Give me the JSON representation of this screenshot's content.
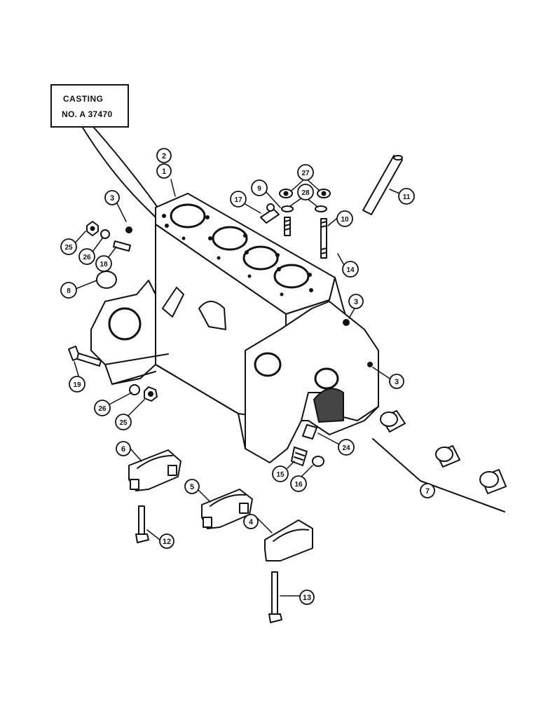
{
  "casting_label": {
    "line1": "CASTING",
    "line2": "NO. A 37470"
  },
  "callouts": [
    {
      "id": "c1",
      "num": "1"
    },
    {
      "id": "c2",
      "num": "2"
    },
    {
      "id": "c3a",
      "num": "3"
    },
    {
      "id": "c3b",
      "num": "3"
    },
    {
      "id": "c3c",
      "num": "3"
    },
    {
      "id": "c4",
      "num": "4"
    },
    {
      "id": "c5",
      "num": "5"
    },
    {
      "id": "c6",
      "num": "6"
    },
    {
      "id": "c7",
      "num": "7"
    },
    {
      "id": "c8",
      "num": "8"
    },
    {
      "id": "c9",
      "num": "9"
    },
    {
      "id": "c10",
      "num": "10"
    },
    {
      "id": "c11",
      "num": "11"
    },
    {
      "id": "c12",
      "num": "12"
    },
    {
      "id": "c13",
      "num": "13"
    },
    {
      "id": "c14",
      "num": "14"
    },
    {
      "id": "c15",
      "num": "15"
    },
    {
      "id": "c16",
      "num": "16"
    },
    {
      "id": "c17",
      "num": "17"
    },
    {
      "id": "c18",
      "num": "18"
    },
    {
      "id": "c19",
      "num": "19"
    },
    {
      "id": "c24",
      "num": "24"
    },
    {
      "id": "c25a",
      "num": "25"
    },
    {
      "id": "c25b",
      "num": "25"
    },
    {
      "id": "c26a",
      "num": "26"
    },
    {
      "id": "c26b",
      "num": "26"
    },
    {
      "id": "c27",
      "num": "27"
    },
    {
      "id": "c28",
      "num": "28"
    }
  ]
}
